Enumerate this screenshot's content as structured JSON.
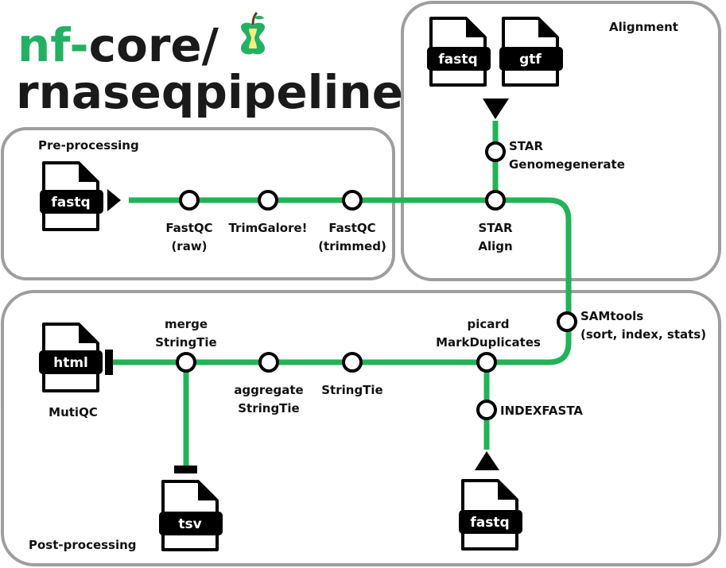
{
  "title": {
    "prefix": "nf",
    "dash": "-",
    "core": "core/",
    "pipeline": "rnaseqpipeline"
  },
  "sections": {
    "preprocessing": "Pre-processing",
    "alignment": "Alignment",
    "postprocessing": "Post-processing"
  },
  "steps": {
    "fastqc_raw": [
      "FastQC",
      "(raw)"
    ],
    "trimgalore": [
      "TrimGalore!"
    ],
    "fastqc_trimmed": [
      "FastQC",
      "(trimmed)"
    ],
    "star_genomegenerate": [
      "STAR",
      "Genomegenerate"
    ],
    "star_align": [
      "STAR",
      "Align"
    ],
    "samtools": [
      "SAMtools",
      "(sort, index, stats)"
    ],
    "picard": [
      "picard",
      "MarkDuplicates"
    ],
    "indexfasta": [
      "INDEXFASTA"
    ],
    "stringtie": [
      "StringTie"
    ],
    "aggregate_stringtie": [
      "aggregate",
      "StringTie"
    ],
    "merge_stringtie": [
      "merge",
      "StringTie"
    ],
    "multiqc": [
      "MutiQC"
    ]
  },
  "files": {
    "pre_fastq": "fastq",
    "align_fastq": "fastq",
    "align_gtf": "gtf",
    "html": "html",
    "tsv": "tsv",
    "post_fastq": "fastq"
  },
  "colors": {
    "pipe": "#22b357",
    "brand_green": "#24b064",
    "box_border": "#9e9e9e",
    "ink": "#000000"
  },
  "icons": {
    "logo": "apple-core-icon",
    "file": "document-icon"
  }
}
